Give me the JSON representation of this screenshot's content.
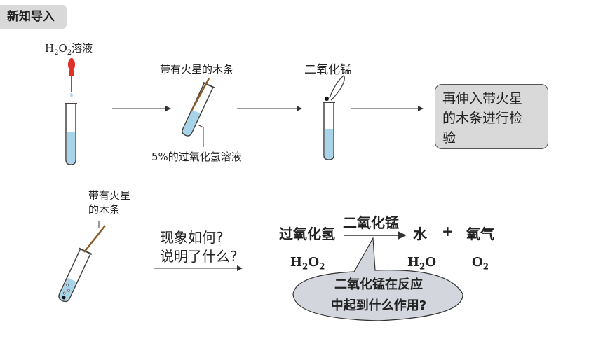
{
  "header": {
    "tag": "新知导入"
  },
  "step1": {
    "reagent_formula": "H",
    "reagent_sub1": "2",
    "reagent_mid": "O",
    "reagent_sub2": "2",
    "reagent_suffix": "溶液"
  },
  "step2": {
    "top_label": "带有火星的木条",
    "bottom_label": "5%的过氧化氢溶液"
  },
  "step3": {
    "label": "二氧化锰"
  },
  "step4": {
    "box_line1": "再伸入带火星",
    "box_line2": "的木条进行检",
    "box_line3": "验"
  },
  "lower": {
    "splint_line1": "带有火星",
    "splint_line2": "的木条",
    "question_line1": "现象如何?",
    "question_line2": "说明了什么?"
  },
  "equation": {
    "reactant": "过氧化氢",
    "catalyst": "二氧化锰",
    "product1": "水",
    "plus": "+",
    "product2": "氧气",
    "f_reactant_a": "H",
    "f_reactant_s1": "2",
    "f_reactant_b": "O",
    "f_reactant_s2": "2",
    "f_product1_a": "H",
    "f_product1_s": "2",
    "f_product1_b": "O",
    "f_product2_a": "O",
    "f_product2_s": "2"
  },
  "bubble": {
    "line1": "二氧化锰在反应",
    "line2": "中起到什么作用?"
  },
  "colors": {
    "liquid": "#a8d4ea",
    "box_bg": "#d9d9d9",
    "bubble_bg": "#d3d7dd",
    "dropper_red": "#e0302a"
  }
}
